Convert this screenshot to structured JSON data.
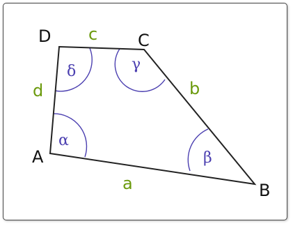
{
  "vertices": {
    "A": "A",
    "B": "B",
    "C": "C",
    "D": "D"
  },
  "sides": {
    "a": "a",
    "b": "b",
    "c": "c",
    "d": "d"
  },
  "angles": {
    "alpha": "α",
    "beta": "β",
    "gamma": "γ",
    "delta": "δ"
  },
  "colors": {
    "outline": "#222222",
    "vertex_text": "#111111",
    "side_text": "#6b9a0d",
    "angle": "#4b3fb0"
  }
}
